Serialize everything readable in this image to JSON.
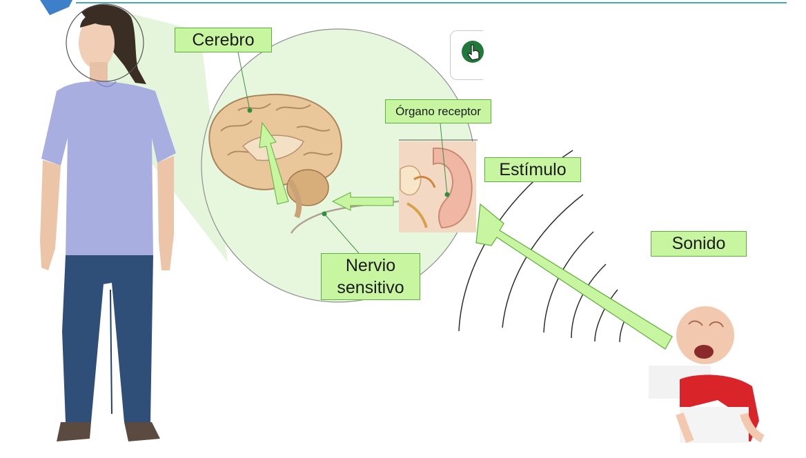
{
  "labels": {
    "cerebro": "Cerebro",
    "organo_receptor": "Órgano receptor",
    "estimulo": "Estímulo",
    "sonido": "Sonido",
    "nervio_line1": "Nervio",
    "nervio_line2": "sensitivo"
  },
  "colors": {
    "label_fill": "#c8f5a0",
    "label_border": "#5dae3c",
    "arrow_fill": "#c8f5a0",
    "zoom_circle": "#e6f7de",
    "play_button": "#1f7a3a"
  },
  "icons": {
    "play_button": "hand-pointer-icon"
  }
}
